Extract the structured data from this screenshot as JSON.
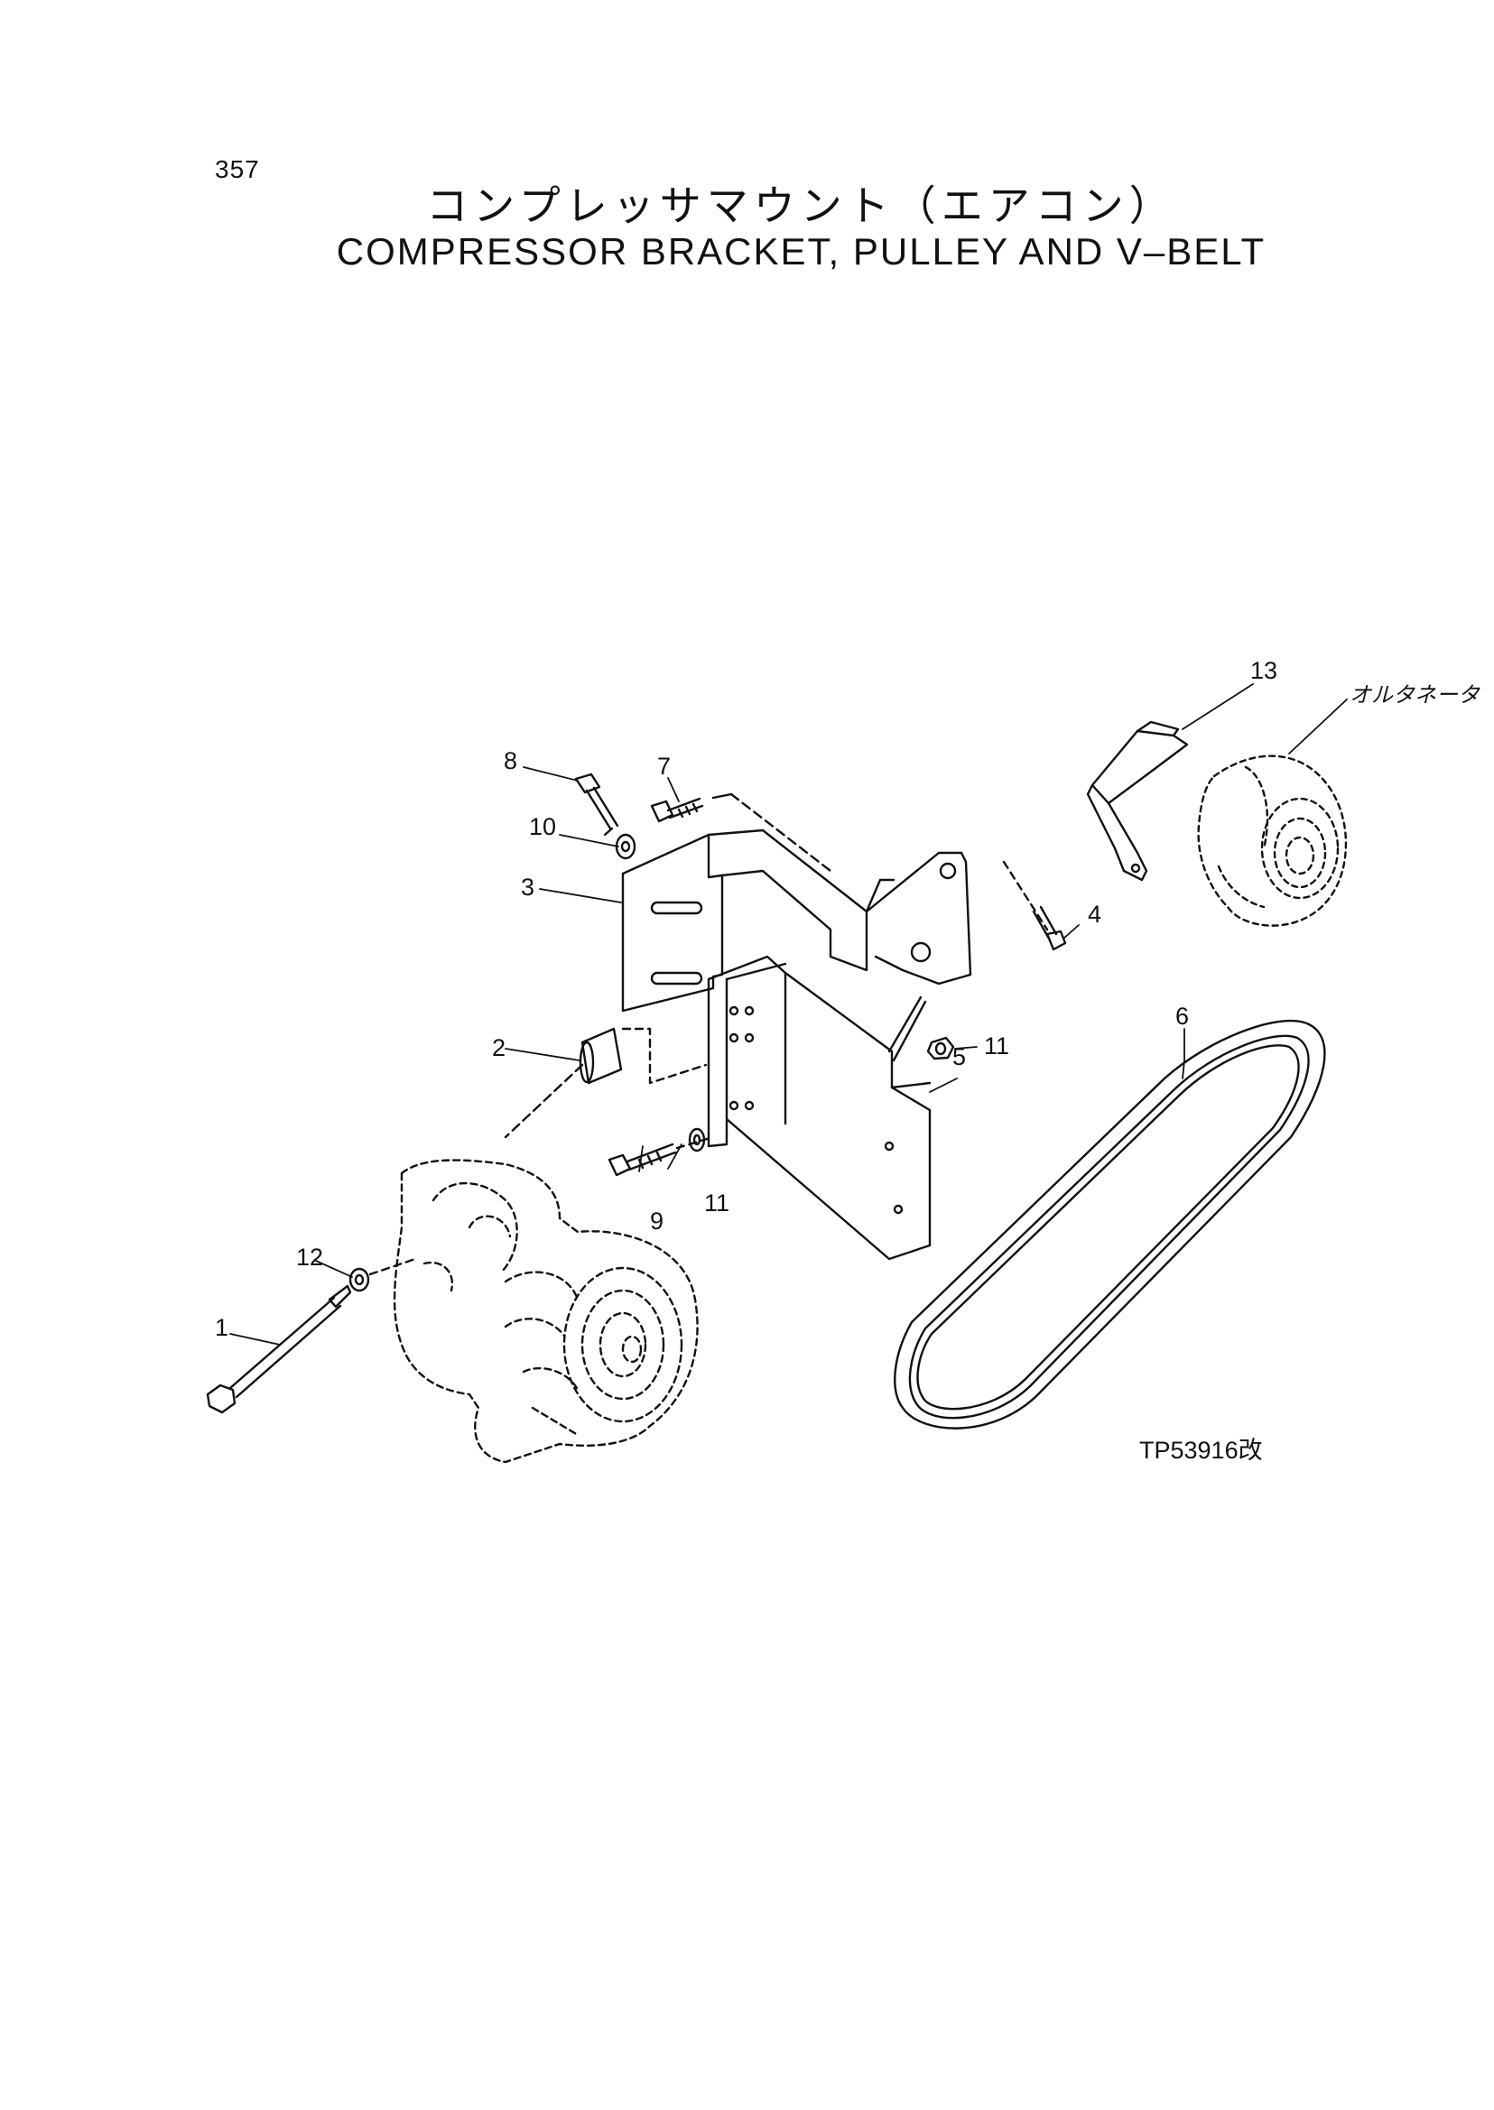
{
  "page": {
    "number": "357",
    "title_jp": "コンプレッサマウント（エアコン）",
    "title_en": "COMPRESSOR BRACKET, PULLEY AND V–BELT"
  },
  "diagram": {
    "figure_id": "TP53916改",
    "component_labels": {
      "alternator": "オルタネータ"
    },
    "callouts": {
      "c1": "1",
      "c2": "2",
      "c3": "3",
      "c4": "4",
      "c5": "5",
      "c6": "6",
      "c7": "7",
      "c8": "8",
      "c9": "9",
      "c10": "10",
      "c11a": "11",
      "c11b": "11",
      "c12": "12",
      "c13": "13"
    }
  },
  "colors": {
    "ink": "#111111",
    "paper": "#ffffff"
  }
}
